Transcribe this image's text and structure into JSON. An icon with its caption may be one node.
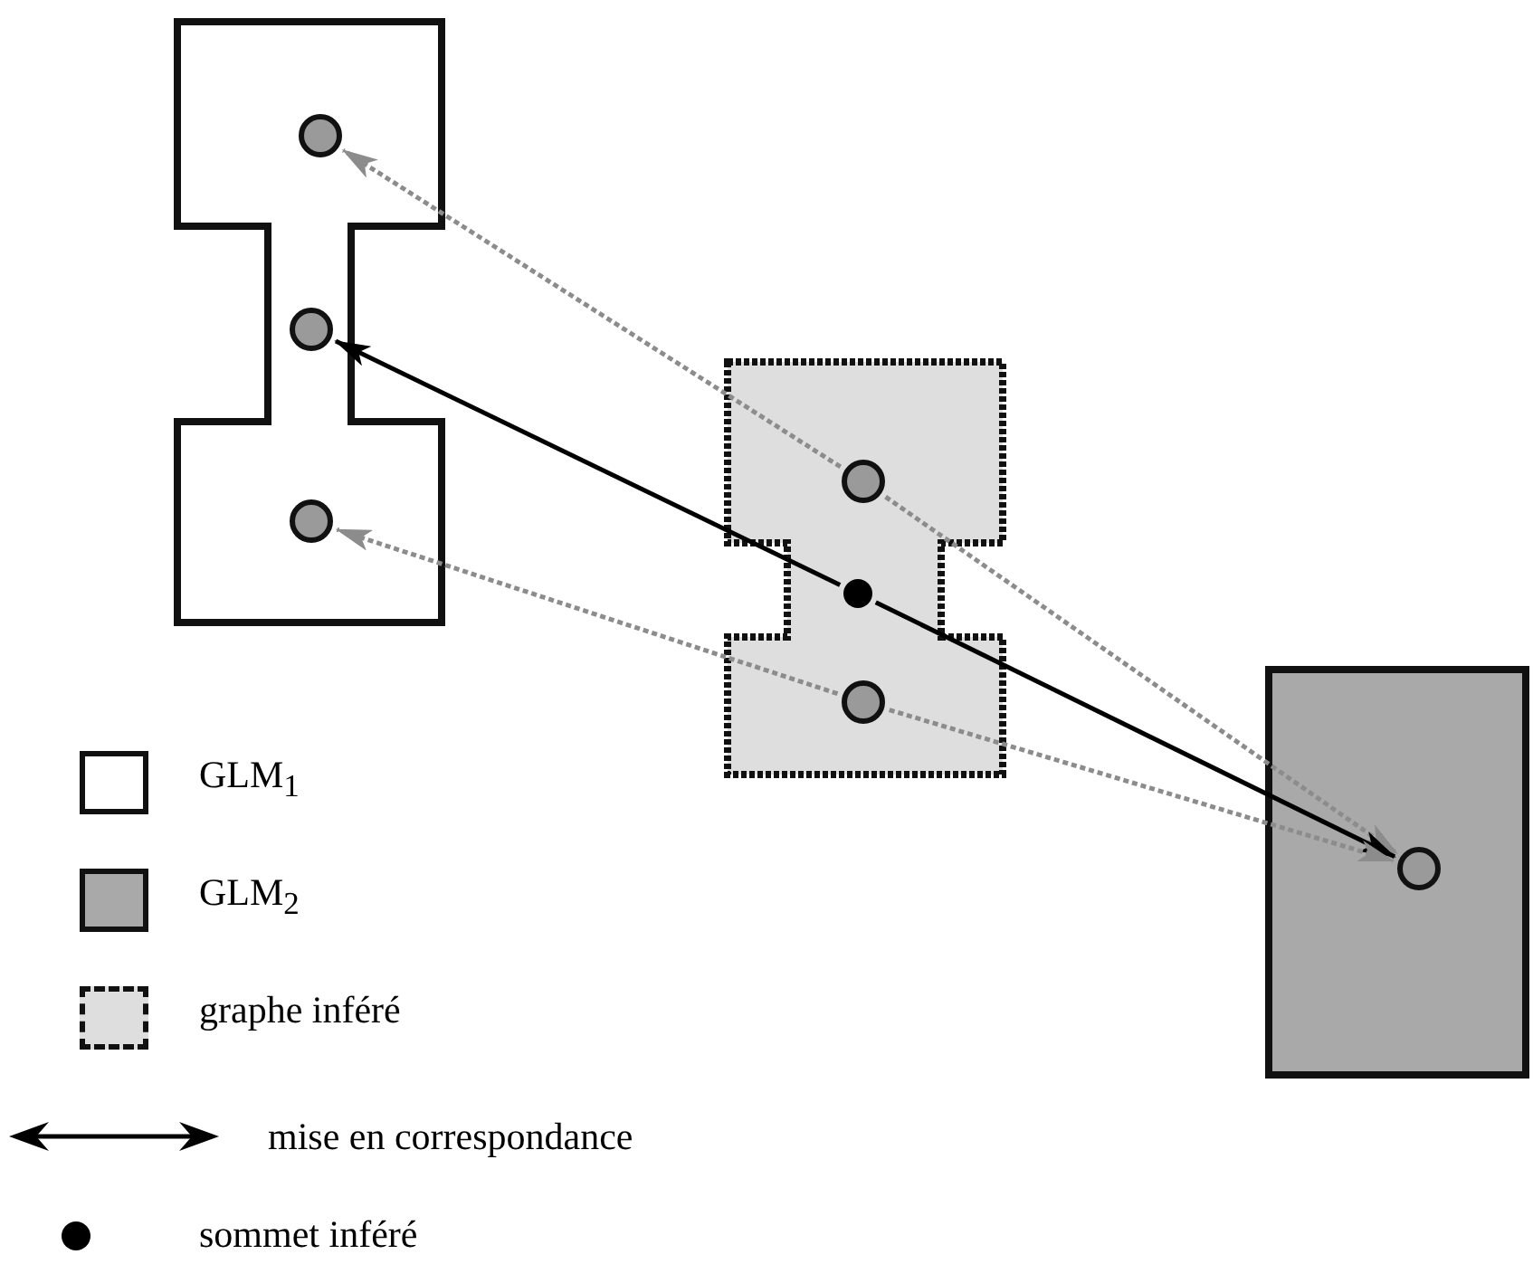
{
  "diagram": {
    "nodes": [
      {
        "text": [],
        "shape": "box"
      },
      {
        "text": [],
        "shape": "circle",
        "in": 0
      },
      {
        "text": [],
        "shape": "circle",
        "in": 0
      },
      {
        "text": [],
        "shape": "circle",
        "in": 0
      },
      {
        "text": [],
        "shape": "box"
      },
      {
        "text": [],
        "shape": "circle",
        "in": 4
      },
      {
        "text": [],
        "shape": "circle",
        "in": 4
      },
      {
        "text": [],
        "shape": "circle",
        "in": 4
      },
      {
        "text": [],
        "shape": "box"
      },
      {
        "text": [],
        "shape": "circle",
        "in": 8
      }
    ],
    "edges": [
      {
        "from": 5,
        "to": 1,
        "arrow": "to",
        "style": "dashed"
      },
      {
        "from": 5,
        "to": 9,
        "arrow": "to",
        "style": "dashed"
      },
      {
        "from": 6,
        "to": 2,
        "arrow": "to",
        "color": "#000000"
      },
      {
        "from": 6,
        "to": 9,
        "arrow": "to",
        "color": "#000000"
      },
      {
        "from": 7,
        "to": 3,
        "arrow": "to",
        "style": "dashed"
      },
      {
        "from": 7,
        "to": 9,
        "arrow": "to",
        "style": "dashed"
      }
    ],
    "legend": [
      {
        "text": "GLM$_{1}$",
        "color": "#ffffff"
      },
      {
        "text": "GLM$_{2}$",
        "color": "#a9a9a9"
      },
      {
        "text": "graphe inféré",
        "color": "#dedede"
      },
      {
        "text": "mise en correspondance"
      },
      {
        "text": "sommet inféré"
      }
    ]
  }
}
